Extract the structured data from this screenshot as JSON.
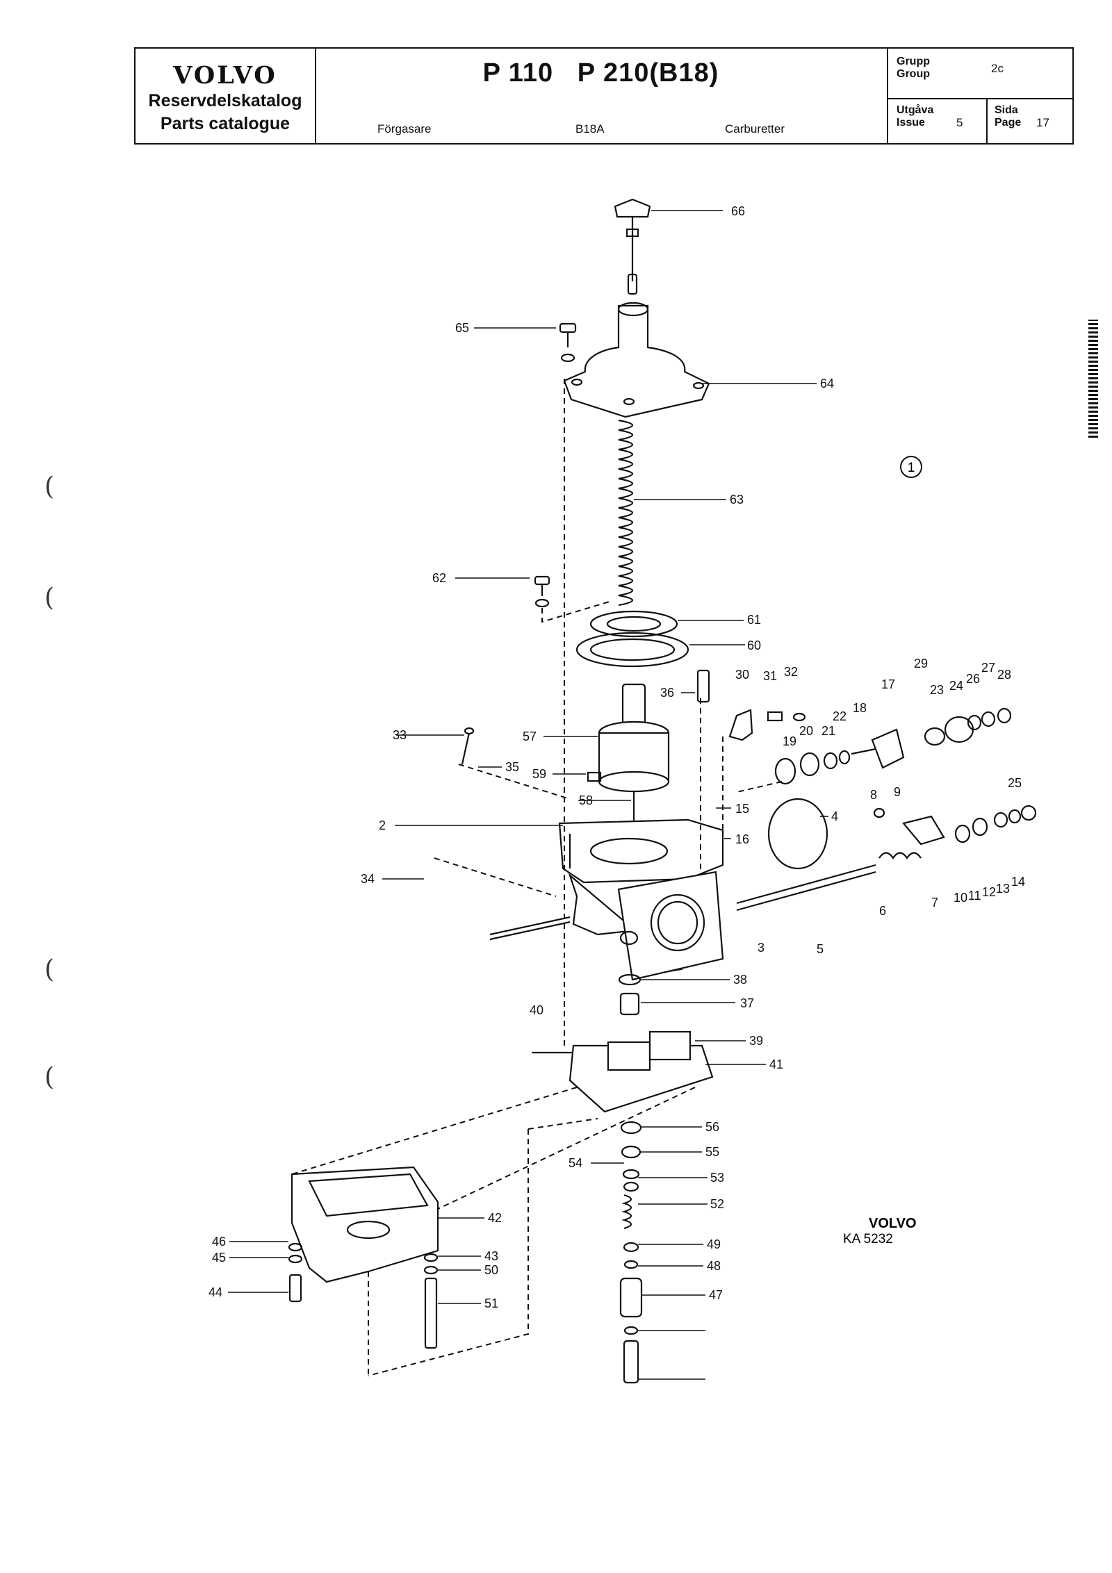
{
  "header": {
    "brand": "VOLVO",
    "catalog_sv": "Reservdelskatalog",
    "catalog_en": "Parts catalogue",
    "models": "P 110   P 210(B18)",
    "label_sv": "Förgasare",
    "engine": "B18A",
    "label_en": "Carburetter",
    "group_sv": "Grupp",
    "group_en": "Group",
    "group_value": "2c",
    "issue_sv": "Utgåva",
    "issue_en": "Issue",
    "issue_value": "5",
    "page_sv": "Sida",
    "page_en": "Page",
    "page_value": "17"
  },
  "figure": {
    "badge": "1",
    "maker": "VOLVO",
    "code": "KA 5232"
  },
  "callouts": [
    "66",
    "65",
    "64",
    "63",
    "62",
    "61",
    "60",
    "36",
    "30",
    "31",
    "32",
    "29",
    "17",
    "23",
    "24",
    "26",
    "27",
    "28",
    "22",
    "18",
    "20",
    "21",
    "19",
    "57",
    "33",
    "35",
    "59",
    "58",
    "15",
    "16",
    "2",
    "4",
    "8",
    "9",
    "25",
    "34",
    "10",
    "11",
    "12",
    "13",
    "14",
    "7",
    "6",
    "3",
    "5",
    "38",
    "37",
    "40",
    "39",
    "41",
    "56",
    "55",
    "54",
    "53",
    "52",
    "42",
    "46",
    "45",
    "44",
    "43",
    "50",
    "51",
    "49",
    "48",
    "47"
  ]
}
